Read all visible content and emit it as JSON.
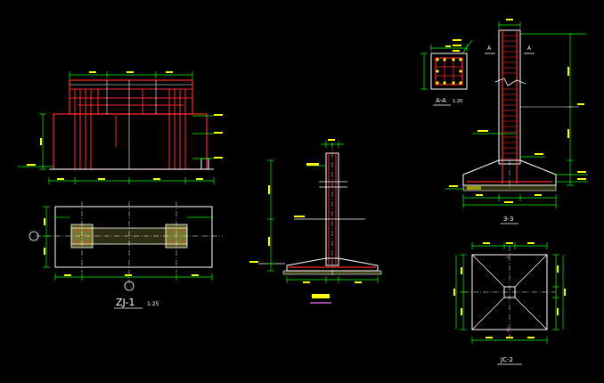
{
  "drawing": {
    "background": "#000000",
    "colors": {
      "outline": "#ffffff",
      "rebar": "#ff2a2a",
      "dimension": "#00ff00",
      "annotation": "#ffff00",
      "center": "#ffffff",
      "highlight": "#ff66ff",
      "fill": "#ffff66"
    },
    "labels": {
      "zj1_title": "ZJ-1",
      "zj1_scale": "1:25",
      "section_aa": "A-A",
      "section_aa_scale": "1:20",
      "section_33": "3-3",
      "jc2_title": "JC-2",
      "section_mark_a1": "A",
      "section_mark_a2": "A",
      "jc2_mark_top": "1",
      "jc2_mark_bottom": "1"
    }
  }
}
